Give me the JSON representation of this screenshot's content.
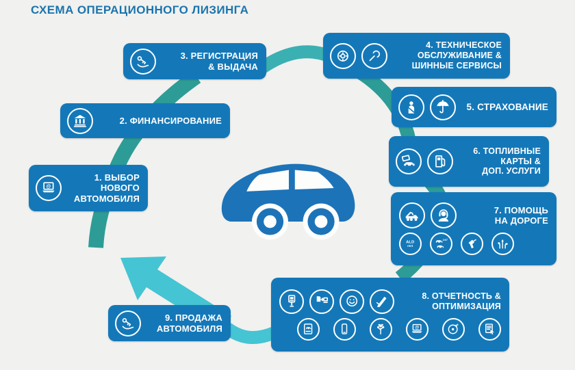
{
  "title": "СХЕМА ОПЕРАЦИОННОГО ЛИЗИНГА",
  "colors": {
    "background": "#f1f1ef",
    "title_blue": "#1a74ae",
    "box_blue": "#1478b8",
    "ring_teal": "#2d9c96",
    "ring_teal_light": "#3bb0b2",
    "arrow_cyan": "#45c4d3",
    "car_blue": "#1d73b8"
  },
  "center": {
    "icon": "car-icon"
  },
  "badges": {
    "ald_line1": "ALD",
    "ald_line2": "rent",
    "support_247": "24/7"
  },
  "steps": [
    {
      "num": 1,
      "label": "1. ВЫБОР\nНОВОГО\nАВТОМОБИЛЯ",
      "icons": [
        "laptop-email-icon"
      ]
    },
    {
      "num": 2,
      "label": "2. ФИНАНСИРОВАНИЕ",
      "icons": [
        "bank-icon"
      ]
    },
    {
      "num": 3,
      "label": "3. РЕГИСТРАЦИЯ\n& ВЫДАЧА",
      "icons": [
        "key-handover-icon"
      ]
    },
    {
      "num": 4,
      "label": "4. ТЕХНИЧЕСКОЕ\nОБСЛУЖИВАНИЕ &\nШИННЫЕ СЕРВИСЫ",
      "icons": [
        "tire-icon",
        "wrench-icon"
      ]
    },
    {
      "num": 5,
      "label": "5. СТРАХОВАНИЕ",
      "icons": [
        "seatbelt-passenger-icon",
        "umbrella-icon"
      ]
    },
    {
      "num": 6,
      "label": "6. ТОПЛИВНЫЕ\nКАРТЫ &\nДОП. УСЛУГИ",
      "icons": [
        "fuel-card-car-icon",
        "fuel-pump-icon"
      ]
    },
    {
      "num": 7,
      "label": "7. ПОМОЩЬ\nНА ДОРОГЕ",
      "icons": [
        "tow-truck-icon",
        "support-operator-icon"
      ],
      "sub_icons": [
        "ald-rent-icon",
        "cars-247-icon",
        "fuel-nozzle-icon",
        "route-arrows-icon"
      ]
    },
    {
      "num": 8,
      "label": "8. ОТЧЕТНОСТЬ &\nОПТИМИЗАЦИЯ",
      "icons": [
        "parking-meter-icon",
        "doc-transfer-icon",
        "smiley-icon",
        "pen-icon"
      ],
      "sub_icons": [
        "car-document-icon",
        "smartphone-icon",
        "tree-icon",
        "laptop-email-icon",
        "disc-icon",
        "doc-cursor-icon"
      ]
    },
    {
      "num": 9,
      "label": "9. ПРОДАЖА\nАВТОМОБИЛЯ",
      "icons": [
        "key-handover-icon"
      ]
    }
  ]
}
